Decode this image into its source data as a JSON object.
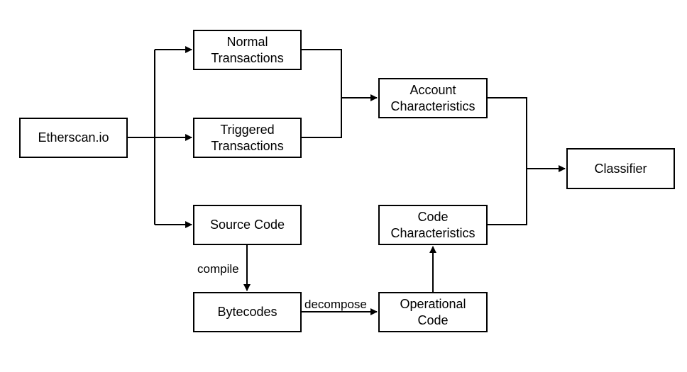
{
  "nodes": {
    "etherscan": "Etherscan.io",
    "normal_transactions": "Normal\nTransactions",
    "triggered_transactions": "Triggered\nTransactions",
    "source_code": "Source Code",
    "bytecodes": "Bytecodes",
    "account_characteristics": "Account\nCharacteristics",
    "code_characteristics": "Code\nCharacteristics",
    "operational_code": "Operational\nCode",
    "classifier": "Classifier"
  },
  "edge_labels": {
    "compile": "compile",
    "decompose": "decompose"
  },
  "colors": {
    "stroke": "#000000",
    "background": "#ffffff"
  }
}
